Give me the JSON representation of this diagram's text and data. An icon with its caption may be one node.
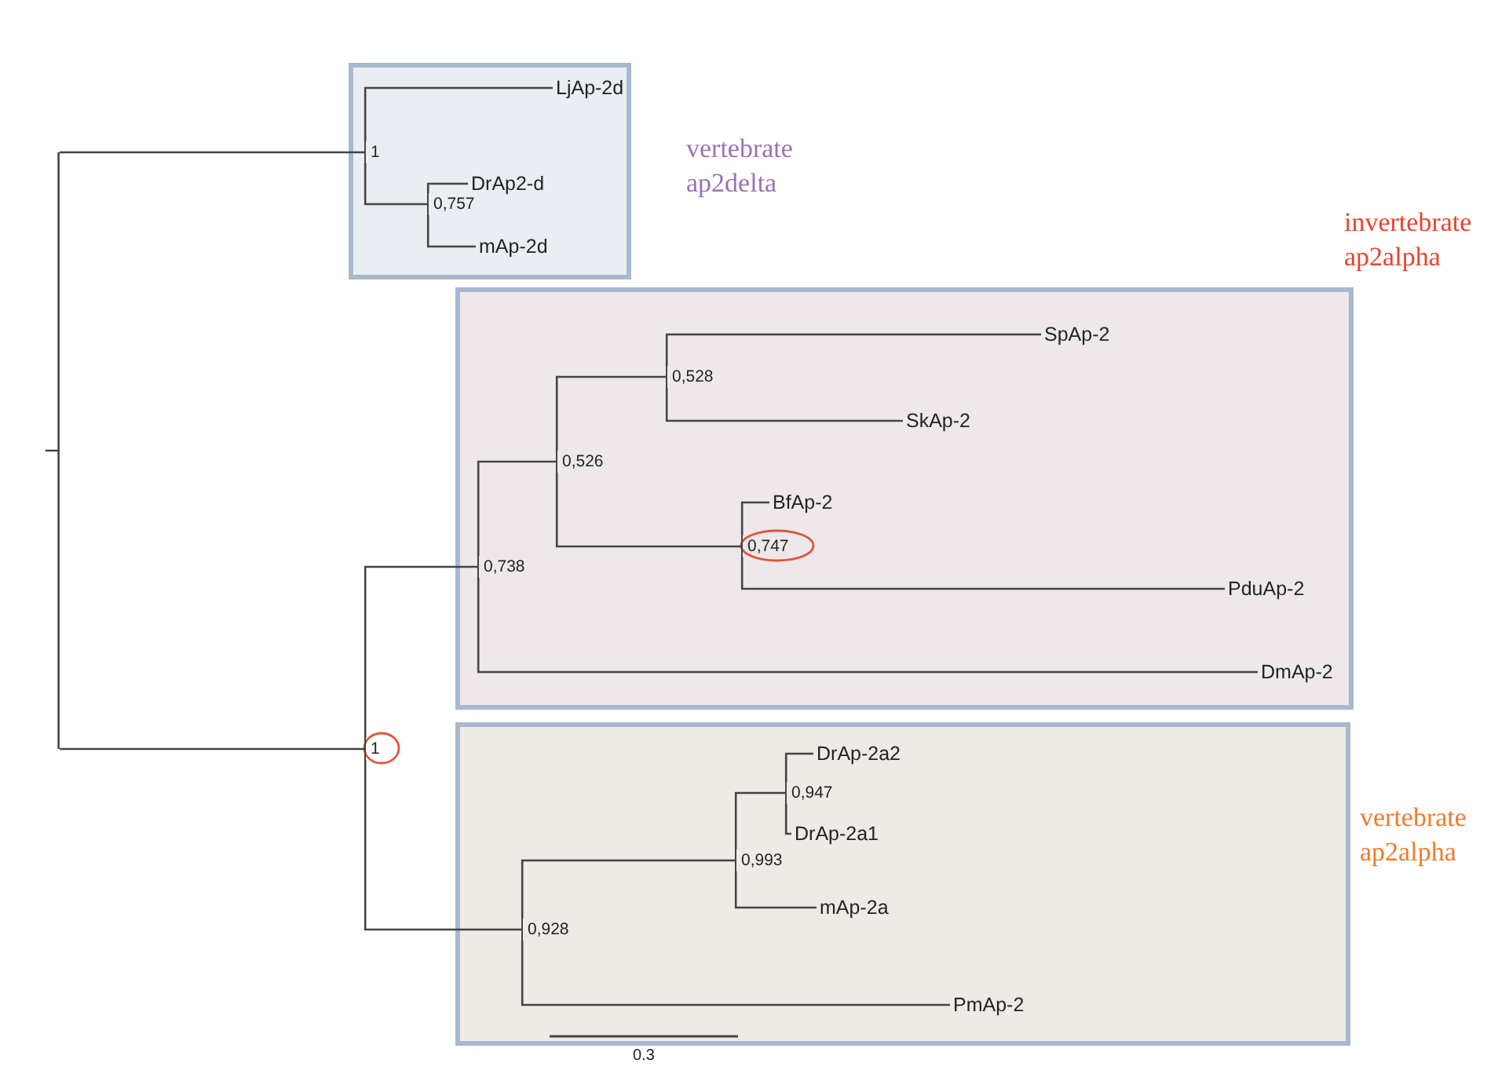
{
  "diagram": {
    "nodes": [
      {
        "text": [],
        "shape": "bar"
      },
      {
        "text": [
          "vertebrate ap2delta"
        ]
      },
      {
        "text": [
          "1"
        ],
        "in": 1
      },
      {
        "text": [
          "LjAp-2d"
        ],
        "in": 1
      },
      {
        "text": [
          "0,757"
        ],
        "in": 1
      },
      {
        "text": [
          "DrAp2-d"
        ],
        "in": 1
      },
      {
        "text": [
          "mAp-2d"
        ],
        "in": 1
      },
      {
        "text": [
          "invertebrate ap2alpha"
        ]
      },
      {
        "text": [
          "0,738"
        ],
        "in": 7
      },
      {
        "text": [
          "0,526"
        ],
        "in": 7
      },
      {
        "text": [
          "0,528"
        ],
        "in": 7
      },
      {
        "text": [
          "SpAp-2"
        ],
        "in": 7
      },
      {
        "text": [
          "SkAp-2"
        ],
        "in": 7
      },
      {
        "text": [
          "0,747"
        ],
        "in": 7
      },
      {
        "text": [
          "BfAp-2"
        ],
        "in": 7
      },
      {
        "text": [
          "PduAp-2"
        ],
        "in": 7
      },
      {
        "text": [
          "DmAp-2"
        ],
        "in": 7
      },
      {
        "text": [
          "1"
        ]
      },
      {
        "text": [
          "vertebrate ap2alpha"
        ]
      },
      {
        "text": [
          "0,928"
        ],
        "in": 18
      },
      {
        "text": [
          "0,993"
        ],
        "in": 18
      },
      {
        "text": [
          "0,947"
        ],
        "in": 18
      },
      {
        "text": [
          "DrAp-2a2"
        ],
        "in": 18
      },
      {
        "text": [
          "DrAp-2a1"
        ],
        "in": 18
      },
      {
        "text": [
          "mAp-2a"
        ],
        "in": 18
      },
      {
        "text": [
          "PmAp-2"
        ],
        "in": 18
      }
    ],
    "edges": [
      {
        "from": 0,
        "to": 2,
        "arrow": "none"
      },
      {
        "from": 0,
        "to": 17,
        "arrow": "none"
      },
      {
        "from": 2,
        "to": 3,
        "arrow": "none"
      },
      {
        "from": 2,
        "to": 4,
        "arrow": "none"
      },
      {
        "from": 4,
        "to": 5,
        "arrow": "none"
      },
      {
        "from": 4,
        "to": 6,
        "arrow": "none"
      },
      {
        "from": 17,
        "to": 8,
        "arrow": "none"
      },
      {
        "from": 17,
        "to": 19,
        "arrow": "none"
      },
      {
        "from": 8,
        "to": 9,
        "arrow": "none"
      },
      {
        "from": 8,
        "to": 16,
        "arrow": "none"
      },
      {
        "from": 9,
        "to": 10,
        "arrow": "none"
      },
      {
        "from": 9,
        "to": 13,
        "arrow": "none"
      },
      {
        "from": 10,
        "to": 11,
        "arrow": "none"
      },
      {
        "from": 10,
        "to": 12,
        "arrow": "none"
      },
      {
        "from": 13,
        "to": 14,
        "arrow": "none"
      },
      {
        "from": 13,
        "to": 15,
        "arrow": "none"
      },
      {
        "from": 19,
        "to": 20,
        "arrow": "none"
      },
      {
        "from": 19,
        "to": 25,
        "arrow": "none"
      },
      {
        "from": 20,
        "to": 21,
        "arrow": "none"
      },
      {
        "from": 20,
        "to": 24,
        "arrow": "none"
      },
      {
        "from": 21,
        "to": 22,
        "arrow": "none"
      },
      {
        "from": 21,
        "to": 23,
        "arrow": "none"
      }
    ],
    "labels": [
      "0.3"
    ]
  }
}
